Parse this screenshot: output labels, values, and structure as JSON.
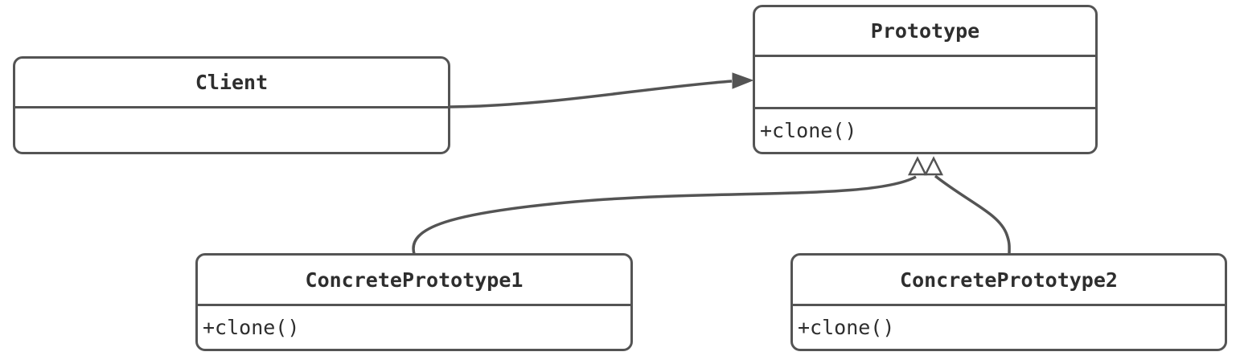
{
  "diagram": {
    "kind": "uml-class-diagram"
  },
  "colors": {
    "line": "#545454",
    "text": "#2e2e2e",
    "background": "#ffffff"
  },
  "classes": {
    "client": {
      "name": "Client",
      "methods": []
    },
    "prototype": {
      "name": "Prototype",
      "methods": [
        "+clone()"
      ]
    },
    "concrete1": {
      "name": "ConcretePrototype1",
      "methods": [
        "+clone()"
      ]
    },
    "concrete2": {
      "name": "ConcretePrototype2",
      "methods": [
        "+clone()"
      ]
    }
  },
  "relations": [
    {
      "from": "Client",
      "to": "Prototype",
      "type": "association"
    },
    {
      "from": "ConcretePrototype1",
      "to": "Prototype",
      "type": "inheritance"
    },
    {
      "from": "ConcretePrototype2",
      "to": "Prototype",
      "type": "inheritance"
    }
  ]
}
